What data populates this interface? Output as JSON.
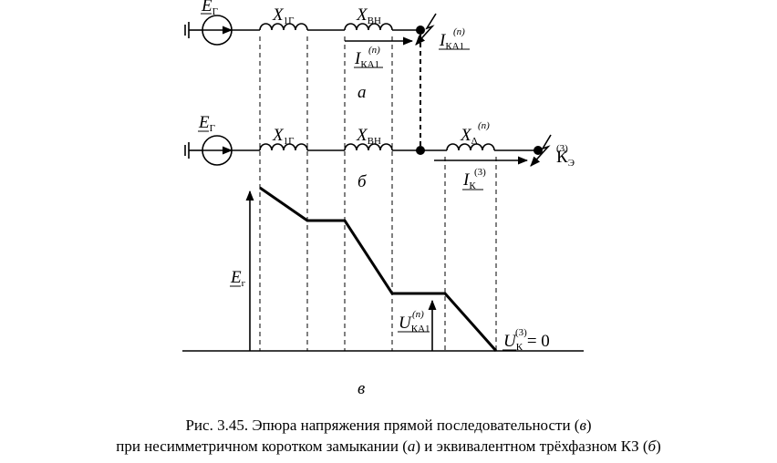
{
  "labels": {
    "eg": "E",
    "eg_sub": "Г",
    "x1g": "X",
    "x1g_sub": "1Г",
    "xvn": "X",
    "xvn_sub": "ВН",
    "xdelta": "X",
    "xdelta_sub": "Δ",
    "xdelta_sup": "(n)",
    "ika1": "I",
    "ika1_sub": "КА1",
    "ika1_sup": "(n)",
    "ik": "I",
    "ik_sub": "К",
    "ik_sup": "(3)",
    "ke": "К",
    "ke_sub": "Э",
    "ke_sup": "(3)",
    "uka1": "U",
    "uka1_sub": "КА1",
    "uka1_sup": "(n)",
    "uk": "U",
    "uk_sub": "К",
    "uk_sup": "(3)",
    "uk_eq": " = 0",
    "ea": "E",
    "ea_sub": "г"
  },
  "panels": {
    "a": "а",
    "b": "б",
    "v": "в"
  },
  "caption": {
    "line1_prefix": "Рис. 3.45. Эпюра напряжения прямой последовательности (",
    "line1_em": "в",
    "line1_suffix": ")",
    "line2_prefix": "при несимметричном коротком замыкании (",
    "line2_em1": "а",
    "line2_mid": ") и эквивалентном трёхфазном КЗ (",
    "line2_em2": "б",
    "line2_suffix": ")"
  }
}
